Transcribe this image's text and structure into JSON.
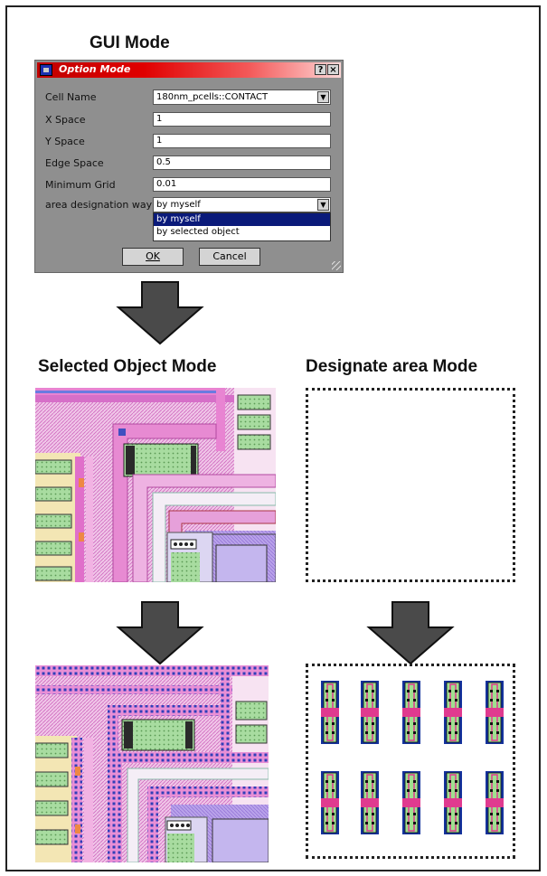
{
  "titles": {
    "gui_mode": "GUI Mode",
    "selected_object_mode": "Selected Object Mode",
    "designate_area_mode": "Designate area Mode"
  },
  "dialog": {
    "title": "Option Mode",
    "help_button": "?",
    "close_button": "×",
    "rows": [
      {
        "label": "Cell Name",
        "value": "180nm_pcells::CONTACT"
      },
      {
        "label": "X Space",
        "value": "1"
      },
      {
        "label": "Y Space",
        "value": "1"
      },
      {
        "label": "Edge Space",
        "value": "0.5"
      },
      {
        "label": "Minimum Grid",
        "value": "0.01"
      },
      {
        "label": "area designation way",
        "value": "by myself"
      }
    ],
    "dropdown_options": [
      "by myself",
      "by selected object"
    ],
    "ok_button": "OK",
    "cancel_button": "Cancel"
  },
  "colors": {
    "titlebar_red": "#d40000",
    "selection_navy": "#0a1a7a",
    "arrow_fill": "#4a4a4a",
    "layout_pink": "#e98fd6",
    "layout_green": "#a8dca0",
    "layout_purple": "#b39be6",
    "cell_blue": "#14329c"
  }
}
